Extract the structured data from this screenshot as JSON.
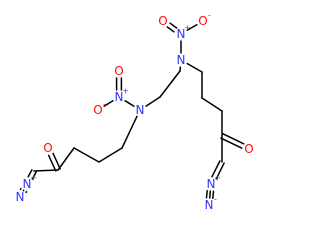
{
  "molecule": {
    "colors": {
      "bond": "#000000",
      "carbon": "#000000",
      "nitrogen": "#3333ff",
      "oxygen": "#ff0d0d"
    },
    "atoms": [
      {
        "id": "n_diazo_left_term",
        "label": "N",
        "element": "N",
        "charge": "-"
      },
      {
        "id": "n_diazo_left_mid",
        "label": "N",
        "element": "N",
        "charge": "+"
      },
      {
        "id": "o_ketone_left",
        "label": "O",
        "element": "O",
        "charge": ""
      },
      {
        "id": "n_amine_left",
        "label": "N",
        "element": "N",
        "charge": ""
      },
      {
        "id": "n_nitro_left",
        "label": "N",
        "element": "N",
        "charge": "+"
      },
      {
        "id": "o_nitro_left_top",
        "label": "O",
        "element": "O",
        "charge": ""
      },
      {
        "id": "o_nitro_left_side",
        "label": "O",
        "element": "O",
        "charge": "-"
      },
      {
        "id": "n_amine_right",
        "label": "N",
        "element": "N",
        "charge": ""
      },
      {
        "id": "n_nitro_right",
        "label": "N",
        "element": "N",
        "charge": "+"
      },
      {
        "id": "o_nitro_right_top",
        "label": "O",
        "element": "O",
        "charge": ""
      },
      {
        "id": "o_nitro_right_side",
        "label": "O",
        "element": "O",
        "charge": "-"
      },
      {
        "id": "o_ketone_right",
        "label": "O",
        "element": "O",
        "charge": ""
      },
      {
        "id": "n_diazo_right_mid",
        "label": "N",
        "element": "N",
        "charge": "+"
      },
      {
        "id": "n_diazo_right_term",
        "label": "N",
        "element": "N",
        "charge": "-"
      }
    ]
  }
}
